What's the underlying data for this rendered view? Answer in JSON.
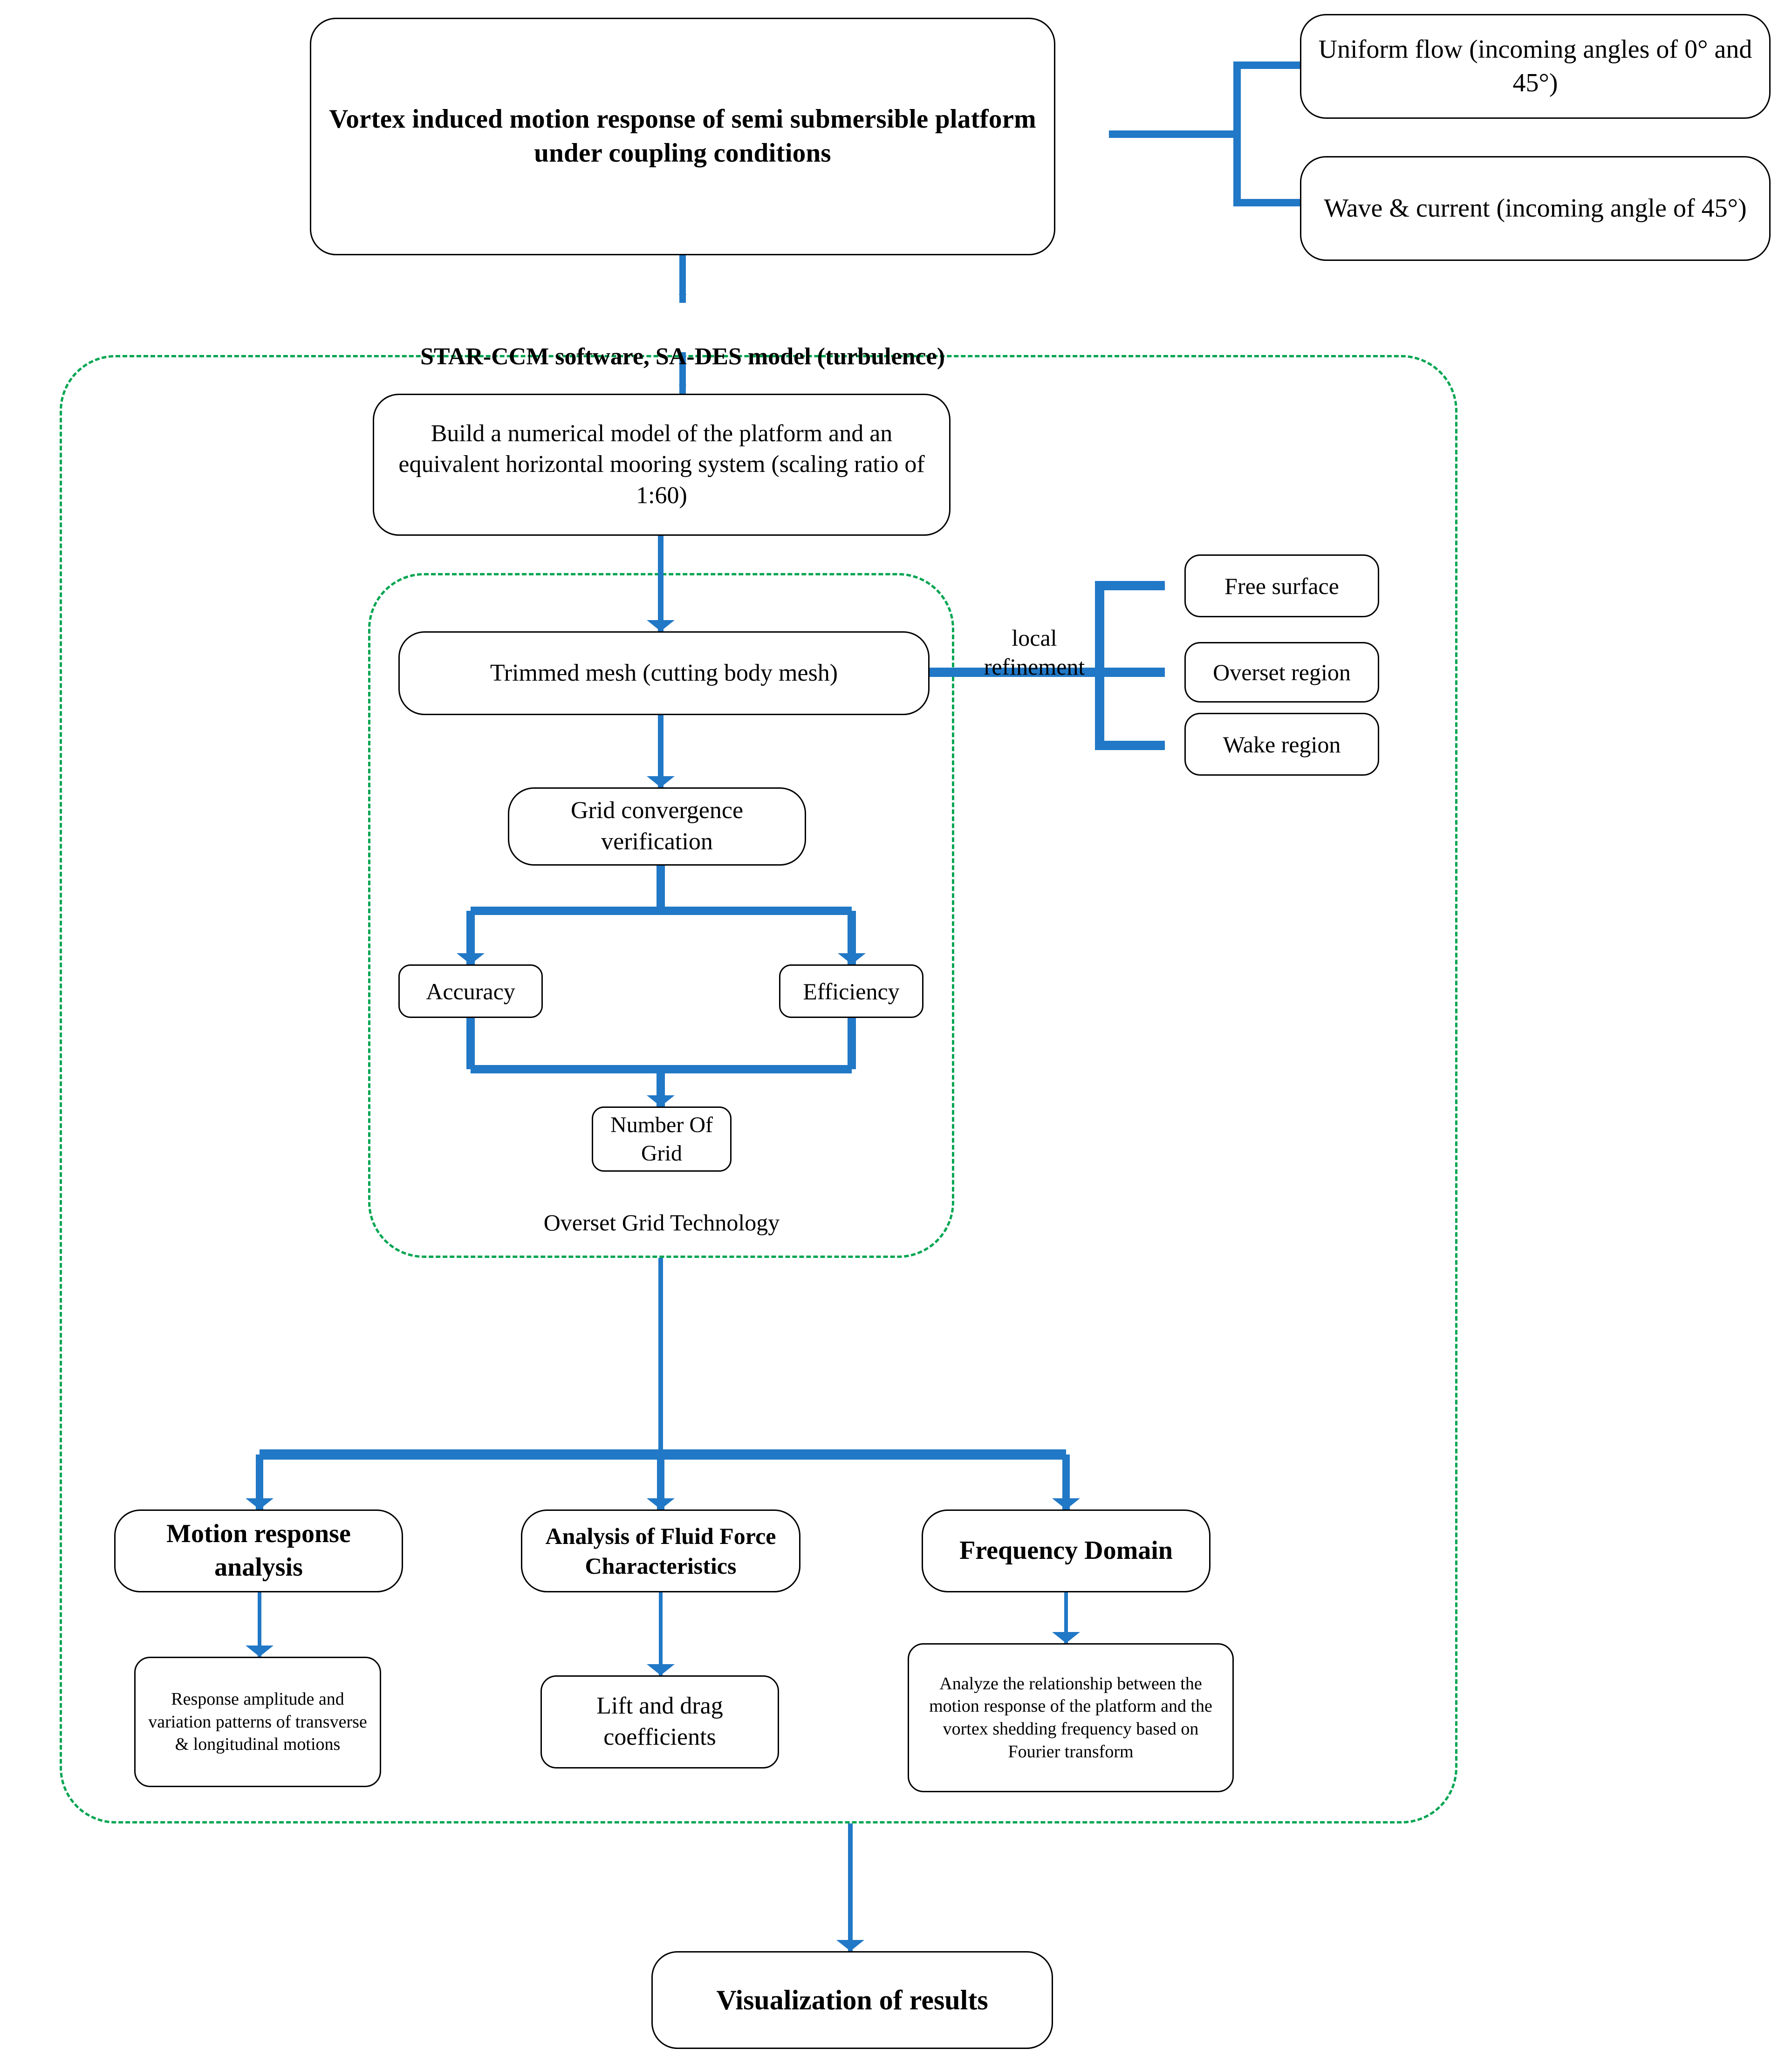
{
  "colors": {
    "arrow_blue": "#2178C6",
    "container_green": "#00A551",
    "box_border": "#000000",
    "background": "#FFFFFF"
  },
  "nodes": {
    "title": "Vortex induced motion response of semi submersible platform  under coupling conditions",
    "uniform_flow": "Uniform flow (incoming angles of 0° and 45°)",
    "wave_current": "Wave & current (incoming angle of 45°)",
    "software_label": "STAR-CCM software, SA-DES model (turbulence)",
    "numerical_model": "Build a numerical model of the platform and an equivalent horizontal mooring system (scaling ratio of 1:60)",
    "trimmed_mesh": "Trimmed mesh (cutting body mesh)",
    "local_refinement": "local\nrefinement",
    "free_surface": "Free surface",
    "overset_region": "Overset region",
    "wake_region": "Wake region",
    "grid_convergence": "Grid convergence verification",
    "accuracy": "Accuracy",
    "efficiency": "Efficiency",
    "number_of_grid": "Number\nOf Grid",
    "overset_grid_technology": "Overset Grid Technology",
    "motion_response": "Motion response analysis",
    "fluid_force": "Analysis of Fluid Force Characteristics",
    "frequency_domain": "Frequency Domain",
    "response_amplitude": "Response amplitude and variation patterns of transverse & longitudinal motions",
    "lift_drag": "Lift and drag coefficients",
    "fourier": "Analyze the relationship between the motion response of the platform and the vortex shedding frequency based on Fourier transform",
    "visualization": "Visualization of results"
  }
}
